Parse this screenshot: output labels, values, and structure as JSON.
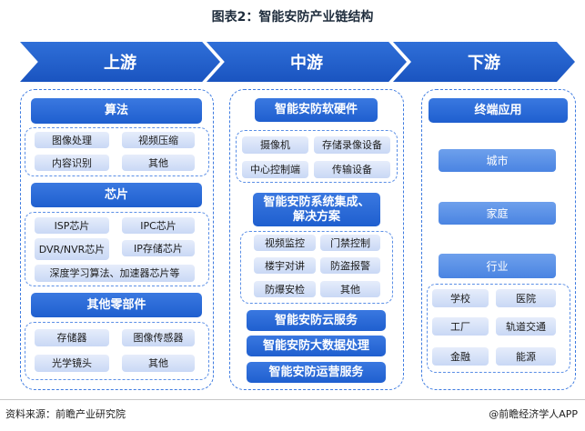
{
  "title": "图表2：智能安防产业链结构",
  "stages": {
    "upstream": "上游",
    "midstream": "中游",
    "downstream": "下游"
  },
  "upstream": {
    "algorithm": {
      "label": "算法",
      "items": [
        "图像处理",
        "视频压缩",
        "内容识别",
        "其他"
      ]
    },
    "chip": {
      "label": "芯片",
      "items": [
        "ISP芯片",
        "IPC芯片",
        "DVR/NVR芯片",
        "IP存储芯片",
        "深度学习算法、加速器芯片等"
      ]
    },
    "parts": {
      "label": "其他零部件",
      "items": [
        "存储器",
        "图像传感器",
        "光学镜头",
        "其他"
      ]
    }
  },
  "midstream": {
    "hardware": {
      "label": "智能安防软硬件",
      "items": [
        "摄像机",
        "存储录像设备",
        "中心控制端",
        "传输设备"
      ]
    },
    "integration": {
      "label": "智能安防系统集成、解决方案",
      "items": [
        "视频监控",
        "门禁控制",
        "楼宇对讲",
        "防盗报警",
        "防爆安检",
        "其他"
      ]
    },
    "services": [
      "智能安防云服务",
      "智能安防大数据处理",
      "智能安防运营服务"
    ]
  },
  "downstream": {
    "label": "终端应用",
    "markets": [
      "城市",
      "家庭",
      "行业"
    ],
    "industries": [
      "学校",
      "医院",
      "工厂",
      "轨道交通",
      "金融",
      "能源"
    ]
  },
  "footer": {
    "source": "资料来源：前瞻产业研究院",
    "brand": "@前瞻经济学人APP"
  }
}
